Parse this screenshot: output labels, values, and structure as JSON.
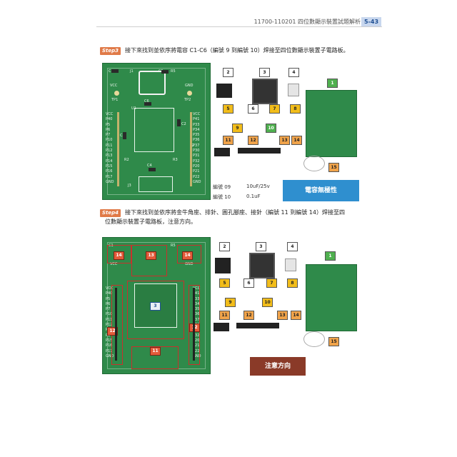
{
  "header": {
    "title": "11700-110201 四位數顯示裝置試題解析",
    "page_number": "5-43"
  },
  "step3": {
    "badge": "Step3",
    "text": "接下來找到並依序將電容 C1-C6（編號 9 到編號 10）焊接至四位數顯示裝置子電路板。",
    "specs": [
      {
        "label": "編號 09",
        "value": "10uF/25v"
      },
      {
        "label": "編號 10",
        "value": "0.1uF"
      }
    ],
    "banner": "電容無極性"
  },
  "step4": {
    "badge": "Step4",
    "text_line1": "接下來找到並依序將金牛角座、排針、圓孔腳座、接針（編號 11 到編號 14）焊接至四",
    "text_line2": "位數顯示裝置子電路板，注意方向。",
    "banner": "注意方向",
    "board_tags": [
      "14",
      "13",
      "14",
      "3",
      "12",
      "12",
      "11"
    ]
  },
  "board": {
    "labels": [
      "C1",
      "J1",
      "C5",
      "R5",
      "VCC",
      "GND",
      "TP1",
      "TP2",
      "C6",
      "U1",
      "J2",
      "R2",
      "R3",
      "C3",
      "C2",
      "C4",
      "J3"
    ],
    "left_pins": [
      "VCC",
      "P40",
      "P5",
      "P6",
      "P7",
      "P10",
      "P11",
      "P12",
      "P13",
      "P14",
      "P15",
      "P16",
      "P17",
      "GND"
    ],
    "right_pins": [
      "VCC",
      "P41",
      "P33",
      "P34",
      "P35",
      "P36",
      "P37",
      "P30",
      "P31",
      "P32",
      "P20",
      "P21",
      "P22",
      "GND"
    ]
  },
  "parts": {
    "numbers": [
      "1",
      "2",
      "3",
      "4",
      "5",
      "6",
      "7",
      "8",
      "9",
      "10",
      "11",
      "12",
      "13",
      "14",
      "15"
    ]
  }
}
